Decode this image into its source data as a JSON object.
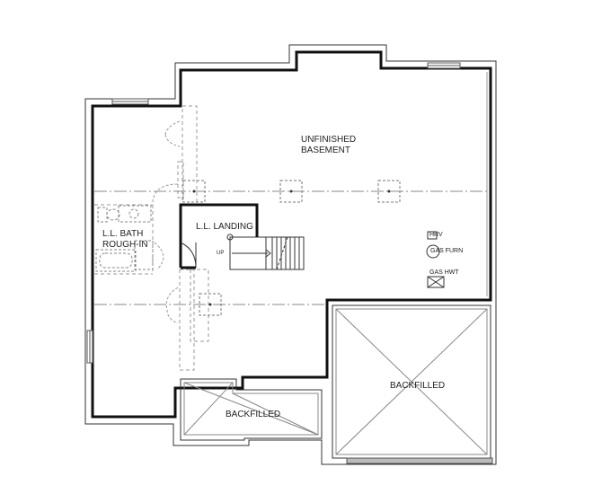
{
  "plan": {
    "rooms": {
      "basement_line1": "UNFINISHED",
      "basement_line2": "BASEMENT",
      "landing": "L.L. LANDING",
      "bath_line1": "L.L. BATH",
      "bath_line2": "ROUGH-IN",
      "backfilled_right": "BACKFILLED",
      "backfilled_left": "BACKFILLED"
    },
    "equipment": {
      "hrv": "HRV",
      "furnace": "GAS FURN",
      "water_heater": "GAS HWT"
    },
    "stair": {
      "direction": "UP"
    }
  }
}
